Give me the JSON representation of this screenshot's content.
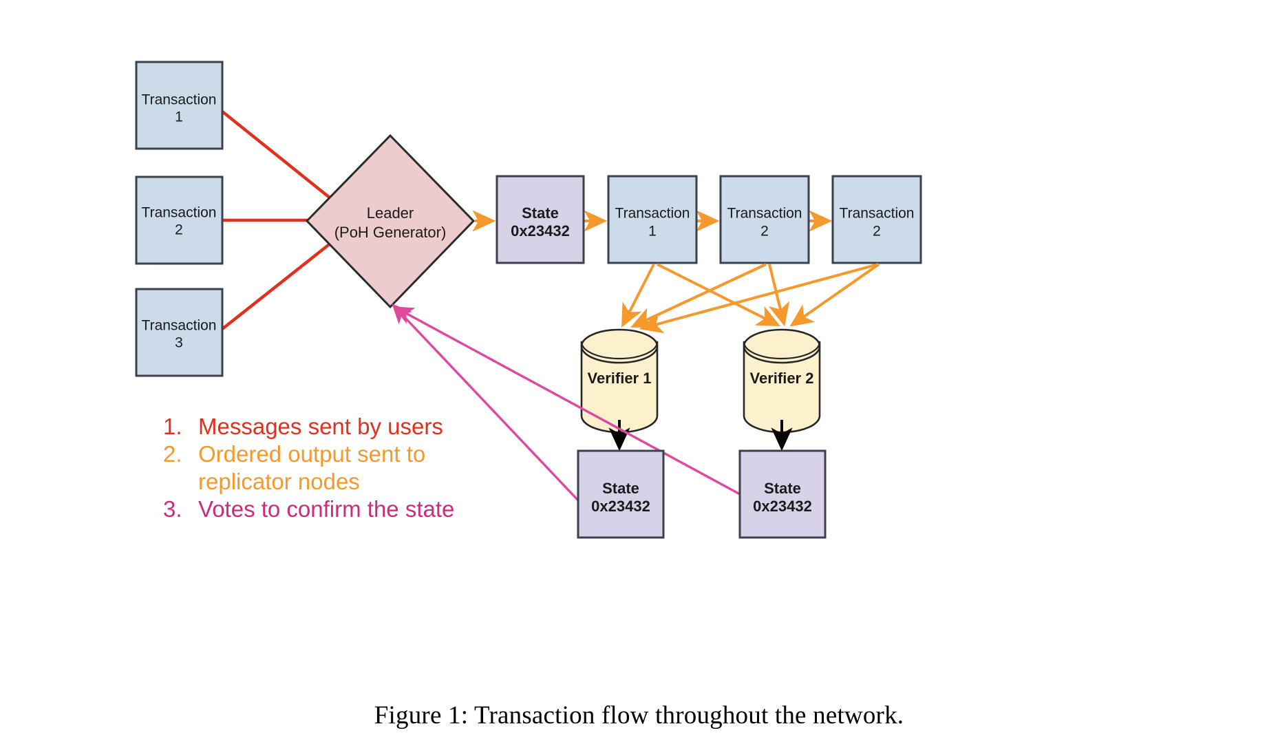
{
  "figure": {
    "caption": "Figure 1:  Transaction flow throughout the network."
  },
  "colors": {
    "transaction_fill": "#cbdbe9",
    "transaction_stroke": "#38414d",
    "leader_fill": "#eccccd",
    "leader_stroke": "#2b2b2b",
    "state_fill": "#d8d2e8",
    "state_stroke": "#38414d",
    "verifier_fill": "#fcf0cd",
    "verifier_stroke": "#262626",
    "arrow_messages": "#e0301e",
    "arrow_ordered": "#f5992c",
    "arrow_votes": "#e0489e",
    "arrow_black": "#000000"
  },
  "inputs": {
    "transactions": [
      {
        "line1": "Transaction",
        "line2": "1"
      },
      {
        "line1": "Transaction",
        "line2": "2"
      },
      {
        "line1": "Transaction",
        "line2": "3"
      }
    ]
  },
  "leader": {
    "line1": "Leader",
    "line2": "(PoH Generator)"
  },
  "ledger": {
    "entries": [
      {
        "type": "state",
        "line1": "State",
        "line2": "0x23432"
      },
      {
        "type": "transaction",
        "line1": "Transaction",
        "line2": "1"
      },
      {
        "type": "transaction",
        "line1": "Transaction",
        "line2": "2"
      },
      {
        "type": "transaction",
        "line1": "Transaction",
        "line2": "2"
      }
    ]
  },
  "verifiers": [
    {
      "label": "Verifier 1"
    },
    {
      "label": "Verifier 2"
    }
  ],
  "verifier_states": [
    {
      "line1": "State",
      "line2": "0x23432"
    },
    {
      "line1": "State",
      "line2": "0x23432"
    }
  ],
  "legend": {
    "items": [
      {
        "num": "1.",
        "text": "Messages sent by users",
        "text2": "",
        "color": "#e0301e"
      },
      {
        "num": "2.",
        "text": "Ordered output sent to",
        "text2": "replicator nodes",
        "color": "#f5992c"
      },
      {
        "num": "3.",
        "text": "Votes to confirm the state",
        "text2": "",
        "color": "#cc2a7b"
      }
    ]
  }
}
